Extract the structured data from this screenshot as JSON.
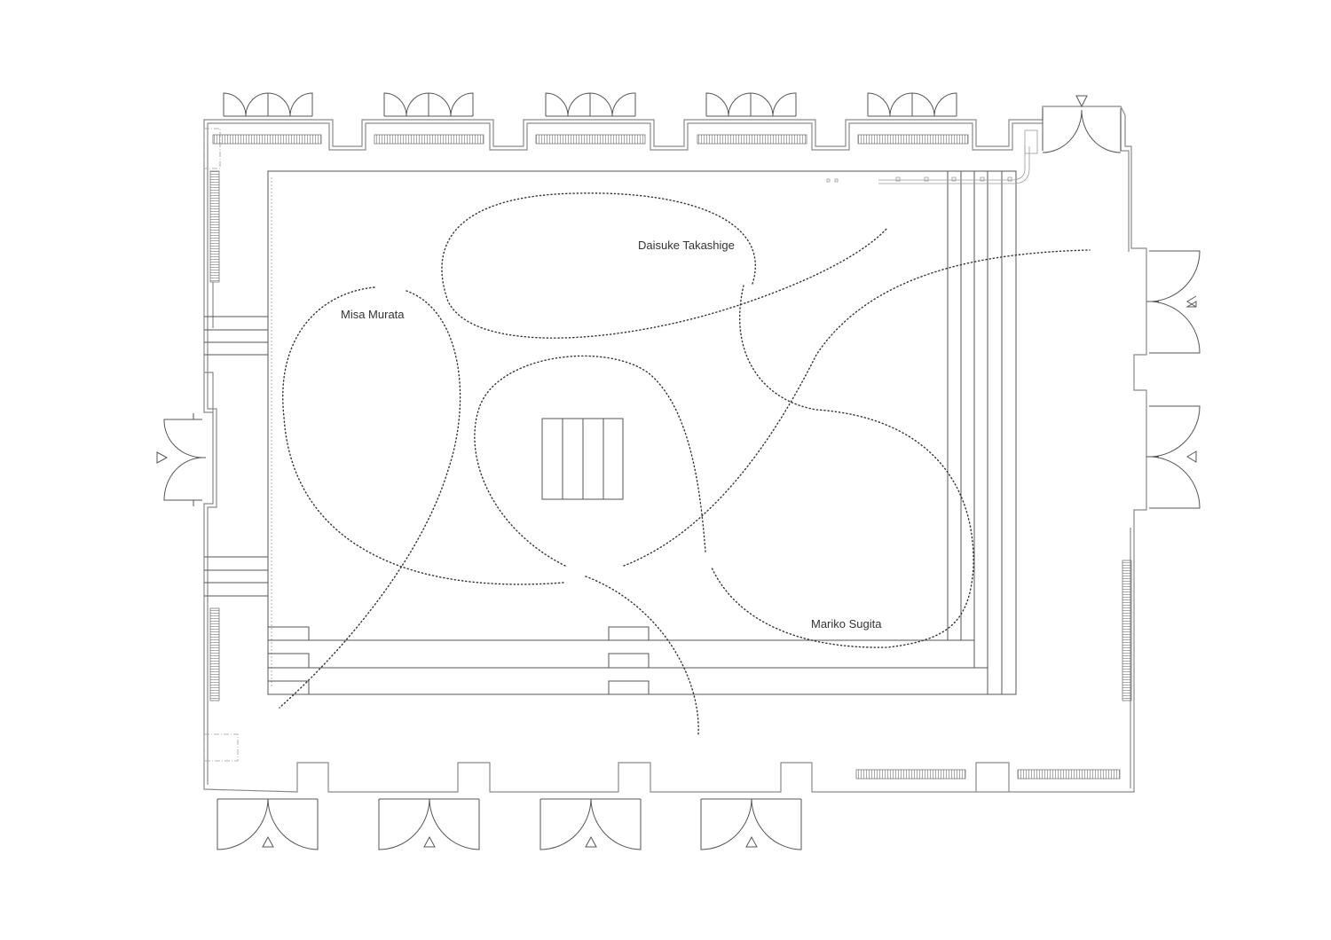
{
  "plan": {
    "labels": {
      "daisuke": "Daisuke Takashige",
      "misa": "Misa Murata",
      "mariko": "Mariko Sugita"
    },
    "line_color": "#555555",
    "path_color": "#333333"
  }
}
